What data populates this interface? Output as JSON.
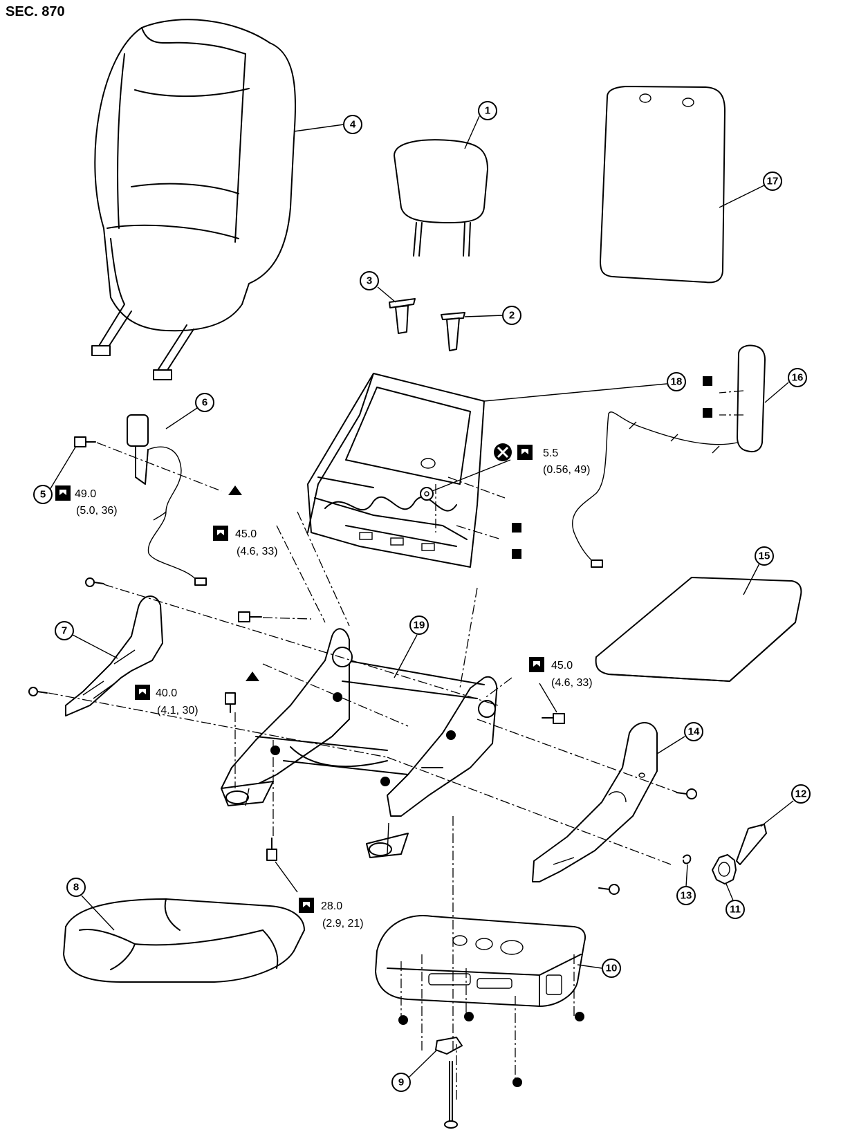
{
  "section": "SEC. 870",
  "callouts": [
    "1",
    "2",
    "3",
    "4",
    "5",
    "6",
    "7",
    "8",
    "9",
    "10",
    "11",
    "12",
    "13",
    "14",
    "15",
    "16",
    "17",
    "18",
    "19"
  ],
  "torques": [
    {
      "value": "49.0",
      "sub": "(5.0, 36)"
    },
    {
      "value": "45.0",
      "sub": "(4.6, 33)"
    },
    {
      "value": "5.5",
      "sub": "(0.56, 49)"
    },
    {
      "value": "40.0",
      "sub": "(4.1, 30)"
    },
    {
      "value": "45.0",
      "sub": "(4.6, 33)"
    },
    {
      "value": "28.0",
      "sub": "(2.9, 21)"
    }
  ],
  "symbols": {
    "torque": "torque-wrench-icon",
    "no_reuse": "do-not-reuse-icon",
    "triangle": "triangle-mark-icon",
    "square": "square-mark-icon",
    "dot": "dot-mark-icon"
  }
}
